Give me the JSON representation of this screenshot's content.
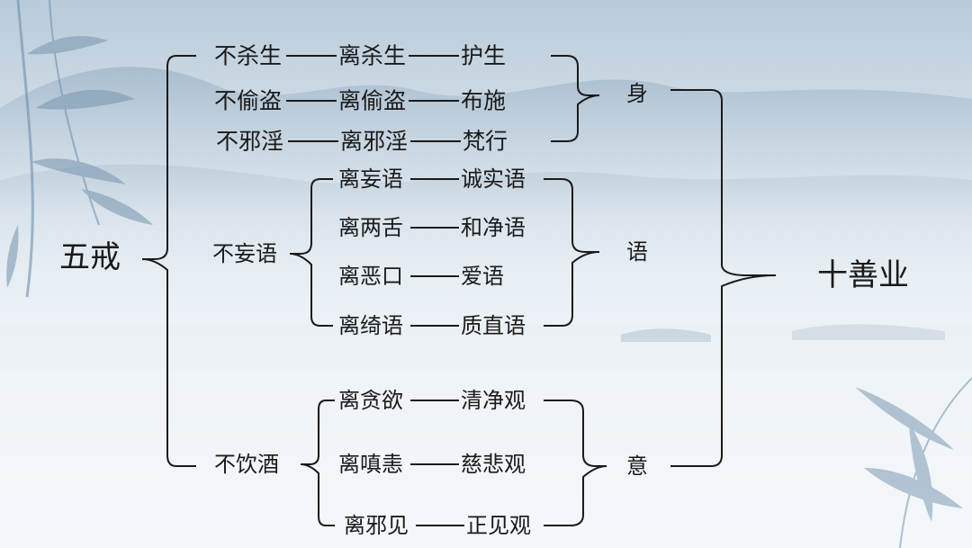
{
  "root": {
    "label": "五戒"
  },
  "result": {
    "label": "十善业"
  },
  "precepts": [
    {
      "label": "不杀生",
      "steps": [
        "离杀生",
        "护生"
      ]
    },
    {
      "label": "不偷盗",
      "steps": [
        "离偷盗",
        "布施"
      ]
    },
    {
      "label": "不邪淫",
      "steps": [
        "离邪淫",
        "梵行"
      ]
    },
    {
      "label": "不妄语",
      "sub": [
        [
          "离妄语",
          "诚实语"
        ],
        [
          "离两舌",
          "和净语"
        ],
        [
          "离恶口",
          "爱语"
        ],
        [
          "离绮语",
          "质直语"
        ]
      ]
    },
    {
      "label": "不饮酒",
      "sub": [
        [
          "离贪欲",
          "清净观"
        ],
        [
          "离嗔恚",
          "慈悲观"
        ],
        [
          "离邪见",
          "正见观"
        ]
      ]
    }
  ],
  "categories": [
    {
      "label": "身"
    },
    {
      "label": "语"
    },
    {
      "label": "意"
    }
  ],
  "colors": {
    "sky_top": "#b9cbd9",
    "sky_mid": "#e6eef4",
    "water": "#f2f6f9",
    "mountain": "#9fb5c7",
    "bamboo": "#6f90ad",
    "line": "#1a1a1a"
  }
}
